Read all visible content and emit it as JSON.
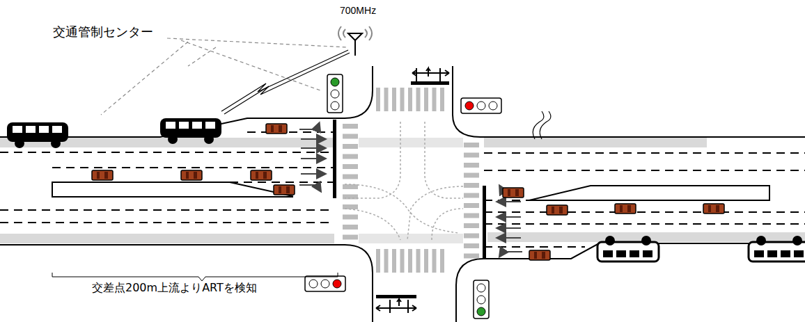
{
  "diagram": {
    "labels": [
      "700MHz",
      "交通管制センター",
      "交差点200m上流よりARTを検知"
    ]
  }
}
